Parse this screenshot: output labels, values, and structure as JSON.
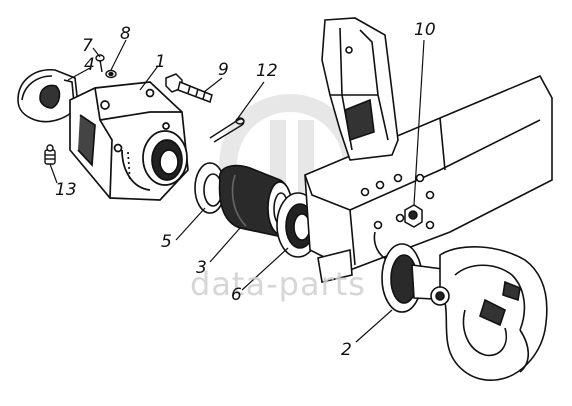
{
  "diagram": {
    "watermark": {
      "text": "data-parts"
    },
    "parts": [
      {
        "id": "label-7",
        "text": "7"
      },
      {
        "id": "label-8",
        "text": "8"
      },
      {
        "id": "label-4",
        "text": "4"
      },
      {
        "id": "label-1",
        "text": "1"
      },
      {
        "id": "label-9",
        "text": "9"
      },
      {
        "id": "label-12",
        "text": "12"
      },
      {
        "id": "label-10",
        "text": "10"
      },
      {
        "id": "label-13",
        "text": "13"
      },
      {
        "id": "label-5",
        "text": "5"
      },
      {
        "id": "label-3",
        "text": "3"
      },
      {
        "id": "label-6",
        "text": "6"
      },
      {
        "id": "label-2",
        "text": "2"
      }
    ],
    "colors": {
      "ink": "#111111",
      "watermark": "#cfcfcf"
    }
  }
}
